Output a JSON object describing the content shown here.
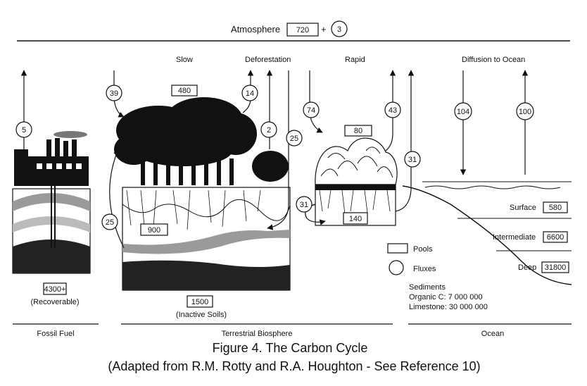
{
  "atmosphere": {
    "label": "Atmosphere",
    "pool": "720",
    "plus": "+",
    "increase": "3"
  },
  "headings": {
    "slow": "Slow",
    "deforestation": "Deforestation",
    "rapid": "Rapid",
    "diffusion": "Diffusion to Ocean"
  },
  "fluxes": {
    "fossil": "5",
    "slow_in": "39",
    "slow_out": "14",
    "deforest": "2",
    "down25": "25",
    "soil25": "25",
    "rapid_in": "74",
    "rapid_out": "43",
    "ocean_down": "104",
    "ocean_up": "100",
    "ocean31": "31",
    "rapid31": "31"
  },
  "pools": {
    "slow_veg": "480",
    "rapid_veg": "80",
    "slow_soil": "900",
    "rapid_soil": "140",
    "fossil": "4300+",
    "inactive": "1500",
    "surface": "580",
    "intermediate": "6600",
    "deep": "31800"
  },
  "notes": {
    "recoverable": "(Recoverable)",
    "inactive_soils": "(Inactive Soils)"
  },
  "ocean_layers": {
    "surface": "Surface",
    "intermediate": "Intermediate",
    "deep": "Deep"
  },
  "legend": {
    "pools": "Pools",
    "fluxes": "Fluxes"
  },
  "sediments": {
    "title": "Sediments",
    "organic": "Organic C: 7 000 000",
    "limestone": "Limestone: 30 000 000"
  },
  "sections": {
    "fossil": "Fossil Fuel",
    "terrestrial": "Terrestrial Biosphere",
    "ocean": "Ocean"
  },
  "caption": {
    "title": "Figure 4. The Carbon Cycle",
    "source": "(Adapted from R.M. Rotty and R.A. Houghton - See Reference 10)"
  }
}
